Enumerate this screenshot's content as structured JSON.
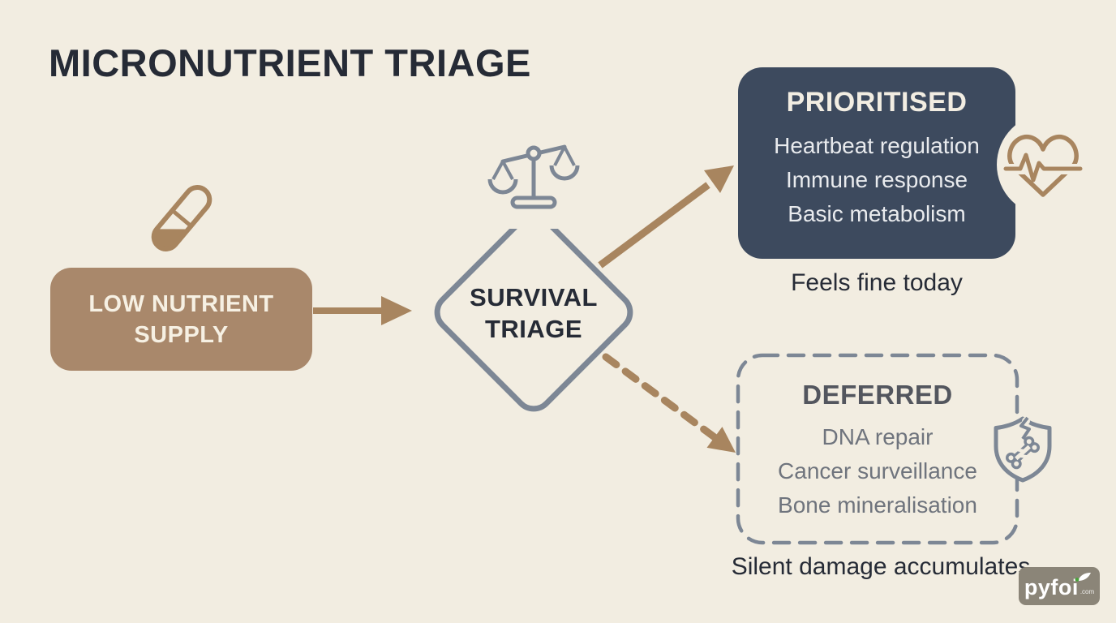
{
  "title": "MICRONUTRIENT TRIAGE",
  "colors": {
    "background": "#f2ede1",
    "accent_brown": "#a8855f",
    "navy": "#3d4a5e",
    "grey_stroke": "#7d8795",
    "dark_text": "#262b36",
    "deferred_text": "#6f747d",
    "logo_background": "#8b8578",
    "leaf_green": "#4aa23c"
  },
  "source": {
    "label": "LOW NUTRIENT SUPPLY",
    "icon": "pill-icon"
  },
  "decision": {
    "lines": [
      "SURVIVAL",
      "TRIAGE"
    ],
    "icon": "balance-scales-icon"
  },
  "prioritised": {
    "title": "PRIORITISED",
    "items": [
      "Heartbeat regulation",
      "Immune response",
      "Basic metabolism"
    ],
    "caption": "Feels fine today",
    "icon": "heartbeat-heart-icon"
  },
  "deferred": {
    "title": "DEFERRED",
    "items": [
      "DNA repair",
      "Cancer surveillance",
      "Bone mineralisation"
    ],
    "caption": "Silent damage accumulates",
    "icon": "broken-bone-shield-icon"
  },
  "logo": {
    "name": "pyfoi",
    "suffix": ".com",
    "icon": "leaf-icon"
  }
}
